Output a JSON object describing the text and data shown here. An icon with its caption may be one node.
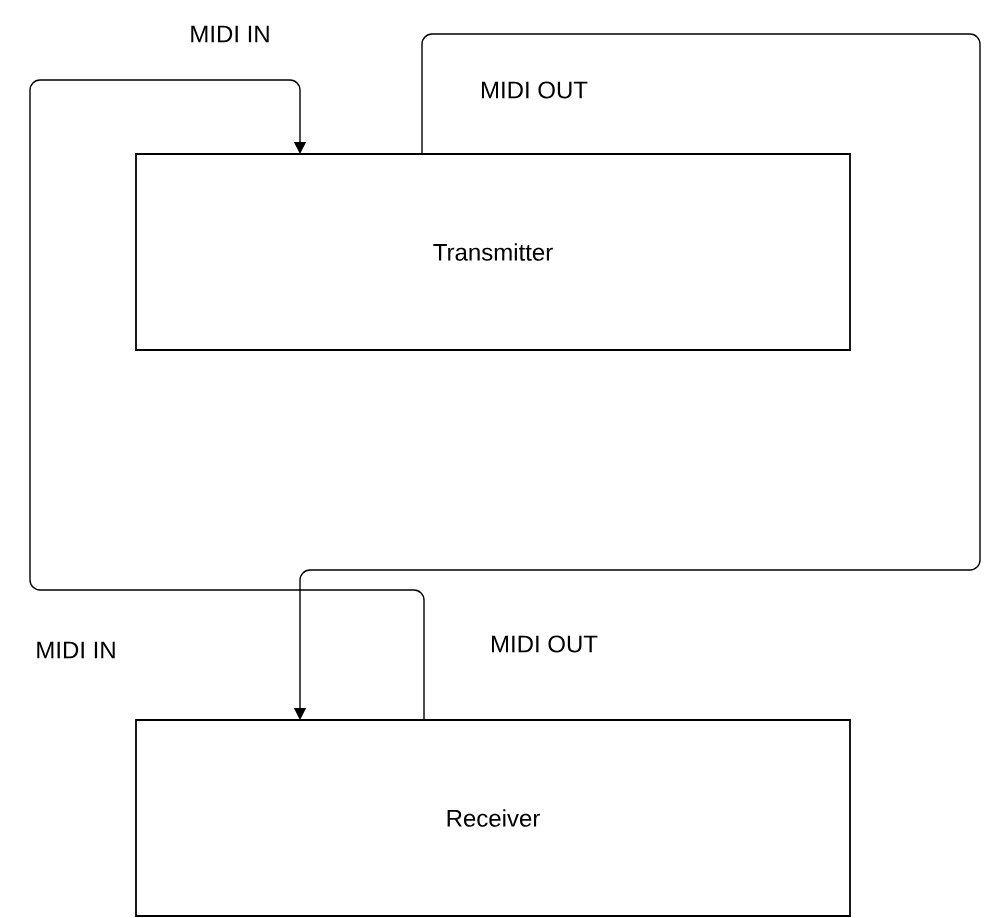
{
  "diagram": {
    "nodes": [
      {
        "text": [
          "Transmitter"
        ]
      },
      {
        "text": [
          "Receiver"
        ]
      }
    ],
    "edges": [
      {
        "from": 0,
        "to": 1,
        "arrow": "to"
      },
      {
        "from": 1,
        "to": 0,
        "arrow": "to"
      }
    ],
    "labels": [
      "MIDI IN",
      "MIDI OUT",
      "MIDI IN",
      "MIDI OUT"
    ]
  }
}
